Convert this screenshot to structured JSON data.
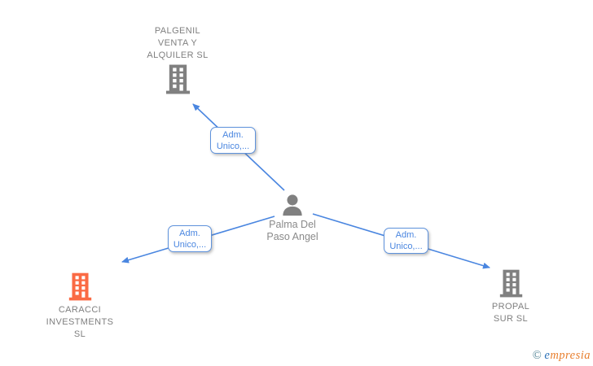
{
  "diagram": {
    "person": {
      "name": "Palma Del\nPaso Angel",
      "icon": "person-icon",
      "icon_color": "#808080"
    },
    "companies": {
      "palgenil": {
        "name": "PALGENIL\nVENTA Y\nALQUILER  SL",
        "icon": "building-icon",
        "icon_color": "#808080"
      },
      "caracci": {
        "name": "CARACCI\nINVESTMENTS\nSL",
        "icon": "building-icon",
        "icon_color": "#fa6a44"
      },
      "propal": {
        "name": "PROPAL\nSUR  SL",
        "icon": "building-icon",
        "icon_color": "#808080"
      }
    },
    "edges": {
      "to_palgenil": {
        "label": "Adm.\nUnico,..."
      },
      "to_caracci": {
        "label": "Adm.\nUnico,..."
      },
      "to_propal": {
        "label": "Adm.\nUnico,..."
      }
    },
    "colors": {
      "edge_blue": "#4a86e0",
      "label_border": "#5e92dc",
      "label_text": "#4a86e0",
      "text_gray": "#7f7f7f",
      "icon_gray": "#808080",
      "icon_orange": "#fa6a44"
    }
  },
  "watermark": {
    "copyright": "© ",
    "brand_first_letter": "e",
    "brand_rest": "mpresia",
    "copyright_color": "#4b7f91",
    "first_letter_color": "#2d72b8",
    "brand_color": "#e87f2e"
  }
}
